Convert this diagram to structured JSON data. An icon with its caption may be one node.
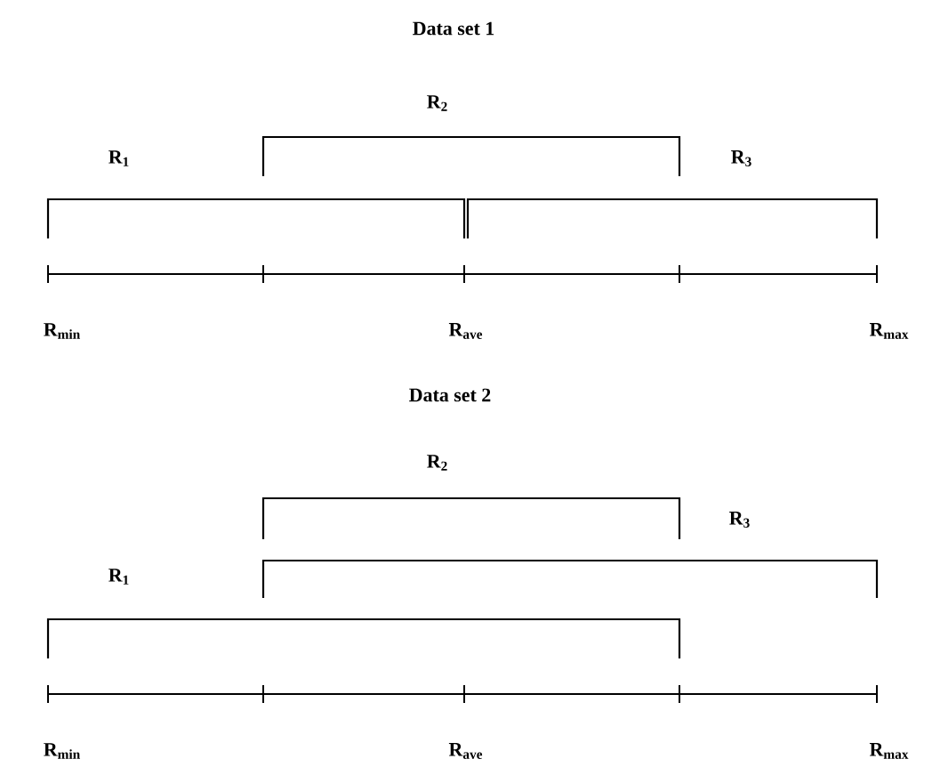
{
  "diagram": {
    "labels": [
      "Data set 1",
      "R$_{2}$",
      "R$_{1}$",
      "R$_{3}$",
      "R$_{min}$",
      "R$_{ave}$",
      "R$_{max}$",
      "Data set 2",
      "R$_{2}$",
      "R$_{3}$",
      "R$_{1}$",
      "R$_{min}$",
      "R$_{ave}$",
      "R$_{max}$"
    ]
  }
}
